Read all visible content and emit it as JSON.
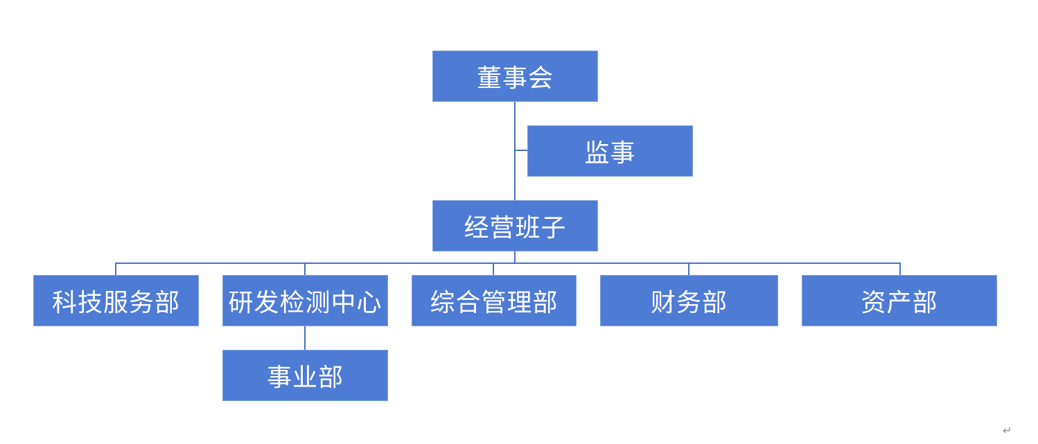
{
  "diagram": {
    "board": "董事会",
    "supervisor": "监事",
    "management": "经营班子",
    "departments": [
      "科技服务部",
      "研发检测中心",
      "综合管理部",
      "财务部",
      "资产部"
    ],
    "sub_unit": "事业部",
    "colors": {
      "box_fill": "#4e7bd4",
      "box_border": "#7fa0dd",
      "line": "#4472c4",
      "text": "#ffffff"
    }
  },
  "document": {
    "paragraph_mark": "↵"
  }
}
